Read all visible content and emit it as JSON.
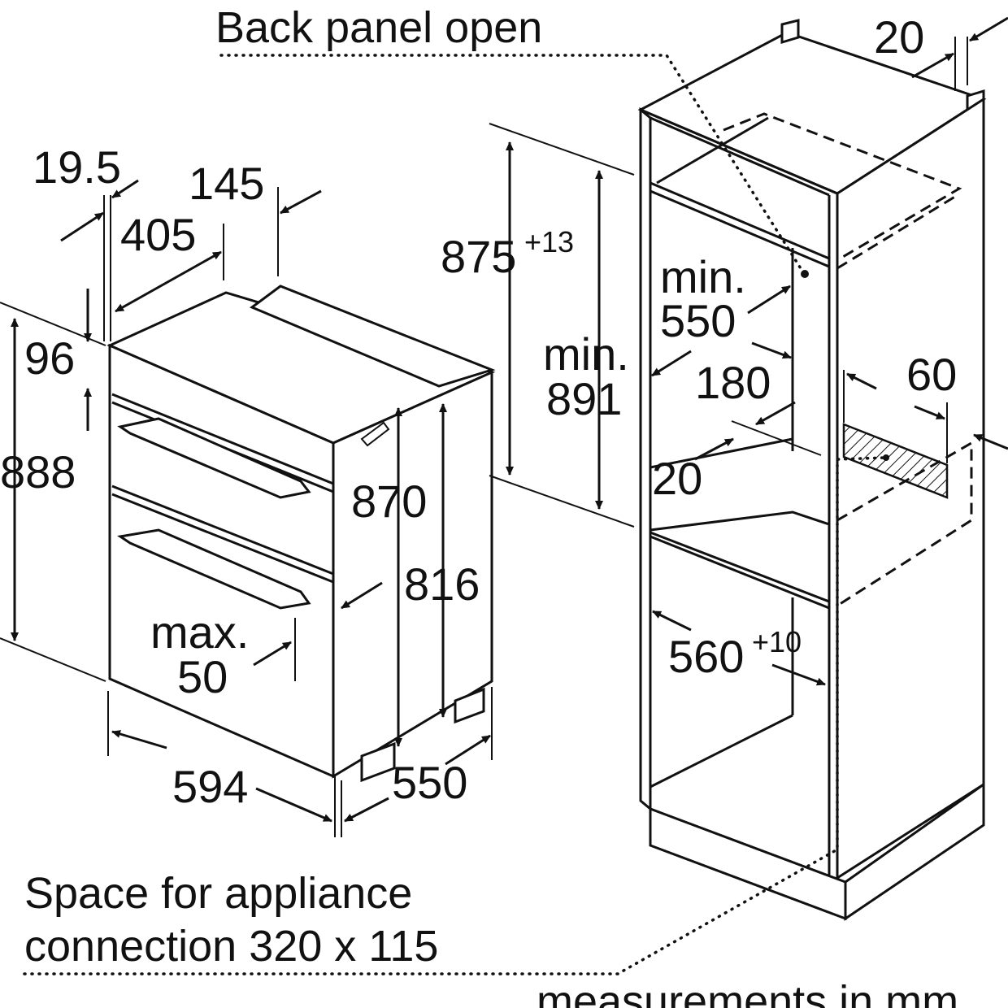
{
  "labels": {
    "back_panel": "Back panel open",
    "space_line1": "Space for appliance",
    "space_line2": "connection 320 x 115",
    "measurements": "measurements in mm"
  },
  "dimensions": {
    "d19_5": "19.5",
    "d145": "145",
    "d405": "405",
    "d96": "96",
    "d888": "888",
    "d870": "870",
    "d816": "816",
    "d594": "594",
    "d550": "550",
    "max": "max.",
    "max_val": "50",
    "d875": "875",
    "d875_tol": "+13",
    "min1": "min.",
    "d891": "891",
    "min2": "min.",
    "d550b": "550",
    "d180": "180",
    "d20a": "20",
    "d60": "60",
    "d20b": "20",
    "d560": "560",
    "d560_tol": "+10"
  }
}
